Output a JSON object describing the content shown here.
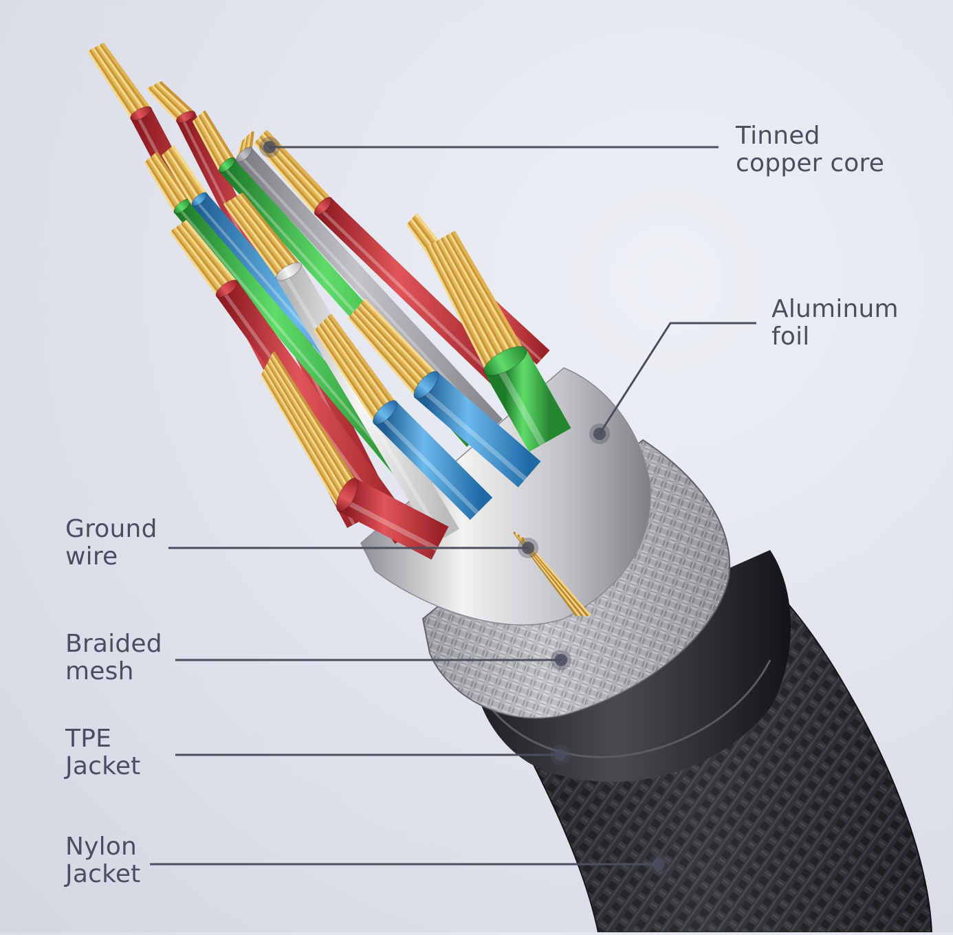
{
  "diagram": {
    "subject": "Cable cross-section",
    "colors": {
      "background": "#e2e5ee",
      "label_text": "#4b4e5c",
      "leader_line": "#4b4e5c",
      "copper": "#d9a84a",
      "wire_red": "#c8343a",
      "wire_green": "#3cb84a",
      "wire_blue": "#3d97d4",
      "wire_white": "#e4e4e4",
      "wire_gray": "#a6a6ab",
      "foil": "#cfd0d4",
      "braided_mesh": "#a9abb0",
      "tpe_jacket": "#2a2b2e",
      "nylon_jacket": "#1b1b1d"
    },
    "callouts": [
      {
        "id": "tinned-copper-core",
        "line1": "Tinned",
        "line2": "copper core",
        "side": "right"
      },
      {
        "id": "aluminum-foil",
        "line1": "Aluminum",
        "line2": "foil",
        "side": "right"
      },
      {
        "id": "ground-wire",
        "line1": "Ground",
        "line2": "wire",
        "side": "left"
      },
      {
        "id": "braided-mesh",
        "line1": "Braided",
        "line2": "mesh",
        "side": "left"
      },
      {
        "id": "tpe-jacket",
        "line1": "TPE",
        "line2": "Jacket",
        "side": "left"
      },
      {
        "id": "nylon-jacket",
        "line1": "Nylon",
        "line2": "Jacket",
        "side": "left"
      }
    ]
  }
}
